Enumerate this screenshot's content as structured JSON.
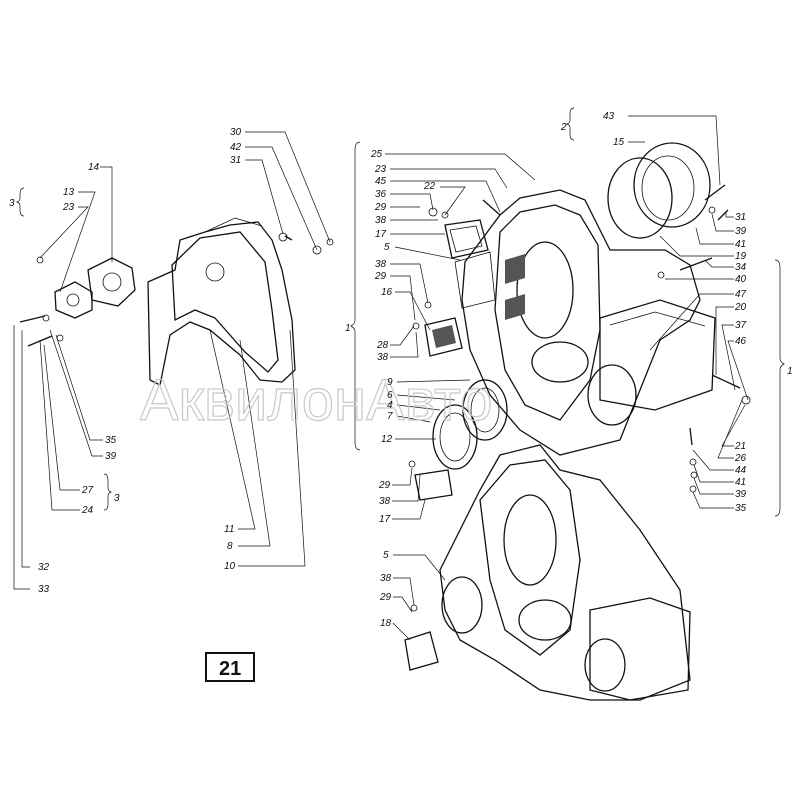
{
  "figure_number": "21",
  "watermark": "АквилонАвто",
  "callouts": {
    "left": [
      "14",
      "3",
      "13",
      "23",
      "35",
      "39",
      "27",
      "3",
      "24",
      "32",
      "33"
    ],
    "gasket_group": [
      "30",
      "42",
      "31",
      "11",
      "8",
      "10"
    ],
    "middle": [
      "25",
      "23",
      "45",
      "22",
      "36",
      "29",
      "38",
      "17",
      "5",
      "38",
      "29",
      "16",
      "28",
      "38",
      "1",
      "9",
      "6",
      "4",
      "7",
      "12",
      "29",
      "38",
      "17",
      "5",
      "38",
      "29",
      "18"
    ],
    "right": [
      "2",
      "43",
      "15",
      "31",
      "39",
      "41",
      "19",
      "34",
      "40",
      "47",
      "20",
      "37",
      "46",
      "1",
      "21",
      "26",
      "44",
      "41",
      "39",
      "35"
    ]
  }
}
